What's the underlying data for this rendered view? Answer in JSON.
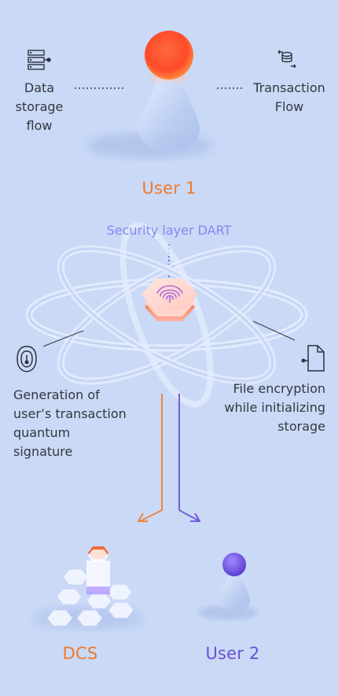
{
  "labels": {
    "data_storage_flow": "Data\nstorage\nflow",
    "transaction_flow": "Transaction\nFlow",
    "user1": "User 1",
    "security_layer": "Security layer DART",
    "signature": "Generation of\nuser’s transaction\nquantum\nsignature",
    "encryption": "File encryption\nwhile initializing\nstorage",
    "dcs": "DCS",
    "user2": "User 2"
  },
  "icons": {
    "storage": "server-stack-icon",
    "transaction": "coin-exchange-icon",
    "signature": "fingerprint-shield-icon",
    "encryption": "file-icon"
  },
  "colors": {
    "background": "#c9d9f6",
    "orange": "#f07a2a",
    "purple": "#6b4fd6",
    "lavender": "#8a84f0",
    "text": "#34373f"
  }
}
